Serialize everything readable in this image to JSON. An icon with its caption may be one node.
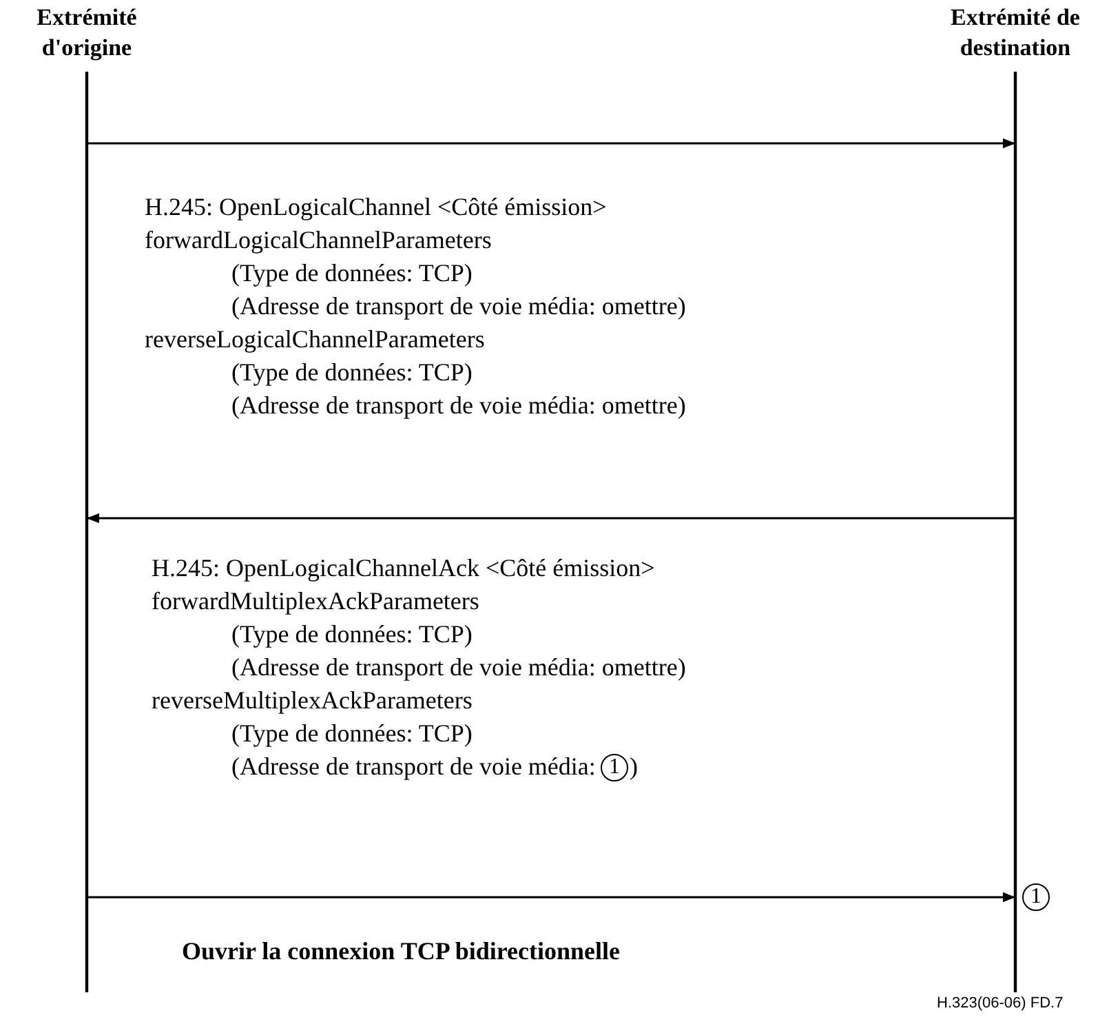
{
  "diagram": {
    "nodes": [
      {
        "text": [
          "Extrémité d'origine"
        ]
      },
      {
        "text": [
          "Extrémité de destination"
        ]
      }
    ],
    "edges": [
      {
        "from": 0,
        "to": 1,
        "arrow": "to"
      },
      {
        "from": 1,
        "to": 0,
        "arrow": "to"
      },
      {
        "from": 0,
        "to": 1,
        "arrow": "to"
      }
    ],
    "labels": [
      "H.245: OpenLogicalChannel <Côté émission>",
      "forwardLogicalChannelParameters",
      "(Type de données: TCP)",
      "(Adresse de transport de voie média: omettre)",
      "reverseLogicalChannelParameters",
      "(Type de données: TCP)",
      "(Adresse de transport de voie média: omettre)",
      "H.245: OpenLogicalChannelAck <Côté émission>",
      "forwardMultiplexAckParameters",
      "(Type de données: TCP)",
      "(Adresse de transport de voie média: omettre)",
      "reverseMultiplexAckParameters",
      "(Type de données: TCP)",
      "(Adresse de transport de voie média:",
      "1",
      ")",
      "1",
      "Ouvrir la connexion TCP bidirectionnelle",
      "H.323(06-06) FD.7"
    ]
  }
}
